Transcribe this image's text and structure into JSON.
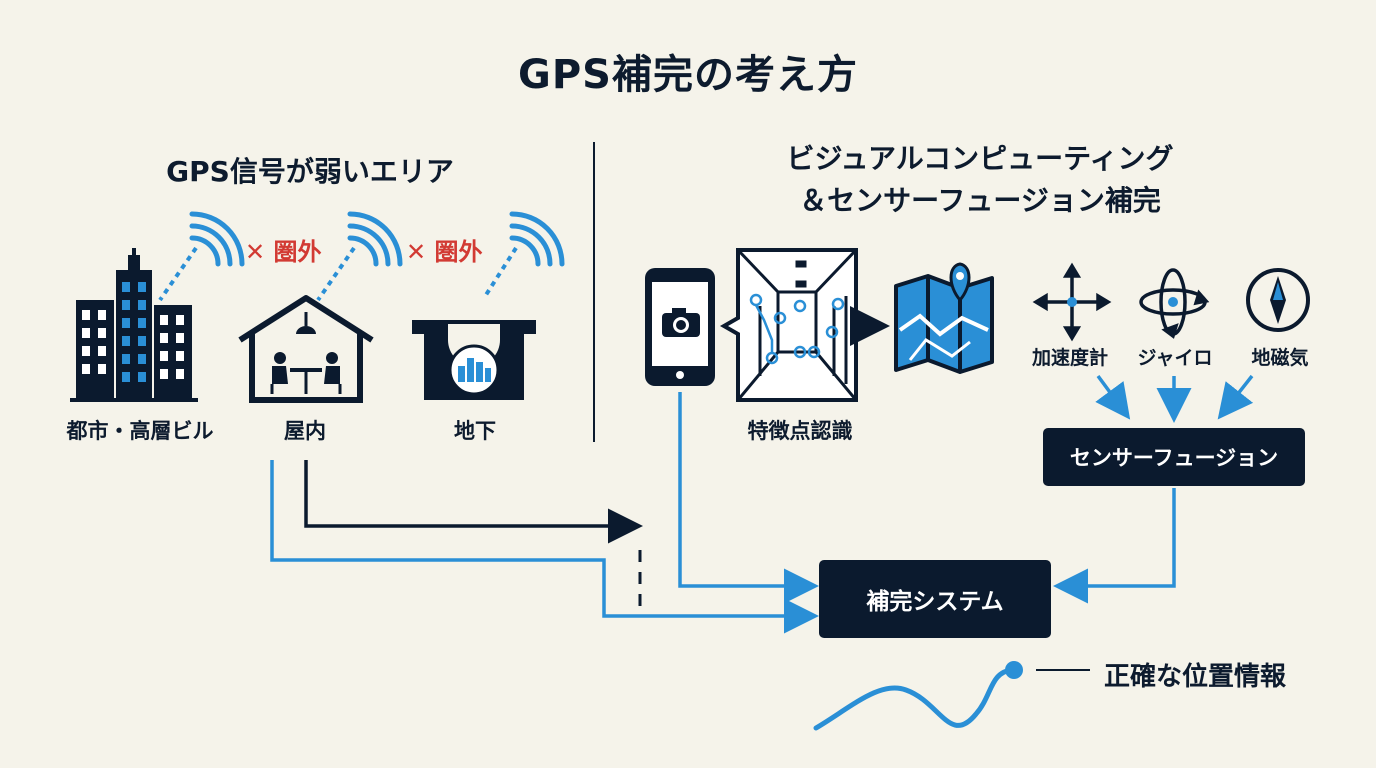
{
  "title": "GPS補完の考え方",
  "left_section": {
    "heading": "GPS信号が弱いエリア",
    "areas": [
      {
        "label": "都市・高層ビル",
        "icon": "skyscraper-icon"
      },
      {
        "label": "屋内",
        "icon": "house-icon"
      },
      {
        "label": "地下",
        "icon": "underground-icon"
      }
    ],
    "no_signal_label": "✕ 圏外"
  },
  "right_section": {
    "heading_line1": "ビジュアルコンピューティング",
    "heading_line2": "＆センサーフュージョン補完",
    "feature_label": "特徴点認識",
    "sensors": [
      {
        "label": "加速度計",
        "icon": "accelerometer-icon"
      },
      {
        "label": "ジャイロ",
        "icon": "gyroscope-icon"
      },
      {
        "label": "地磁気",
        "icon": "compass-icon"
      }
    ],
    "fusion_box": "センサーフュージョン",
    "system_box": "補完システム",
    "output_label": "正確な位置情報"
  },
  "colors": {
    "navy": "#0b1a2e",
    "blue": "#2a8fd6",
    "red": "#d23a33",
    "background": "#f5f3ea"
  }
}
